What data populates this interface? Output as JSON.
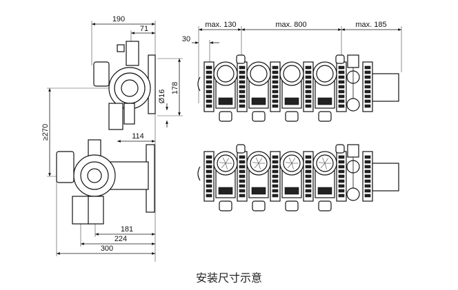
{
  "caption": "安装尺寸示意",
  "side_view": {
    "dimensions": {
      "width_total_top": "190",
      "offset_top": "71",
      "height_right": "178",
      "diameter": "Ø16",
      "height_left": "≥270",
      "depth_114": "114",
      "width_181": "181",
      "width_224": "224",
      "width_300": "300"
    }
  },
  "front_view": {
    "dimensions": {
      "left_margin": "max. 130",
      "spacing": "max. 800",
      "right_margin": "max. 185",
      "offset_30": "30"
    },
    "top_manifold_circuits": 4,
    "bottom_manifold_circuits": 4
  }
}
